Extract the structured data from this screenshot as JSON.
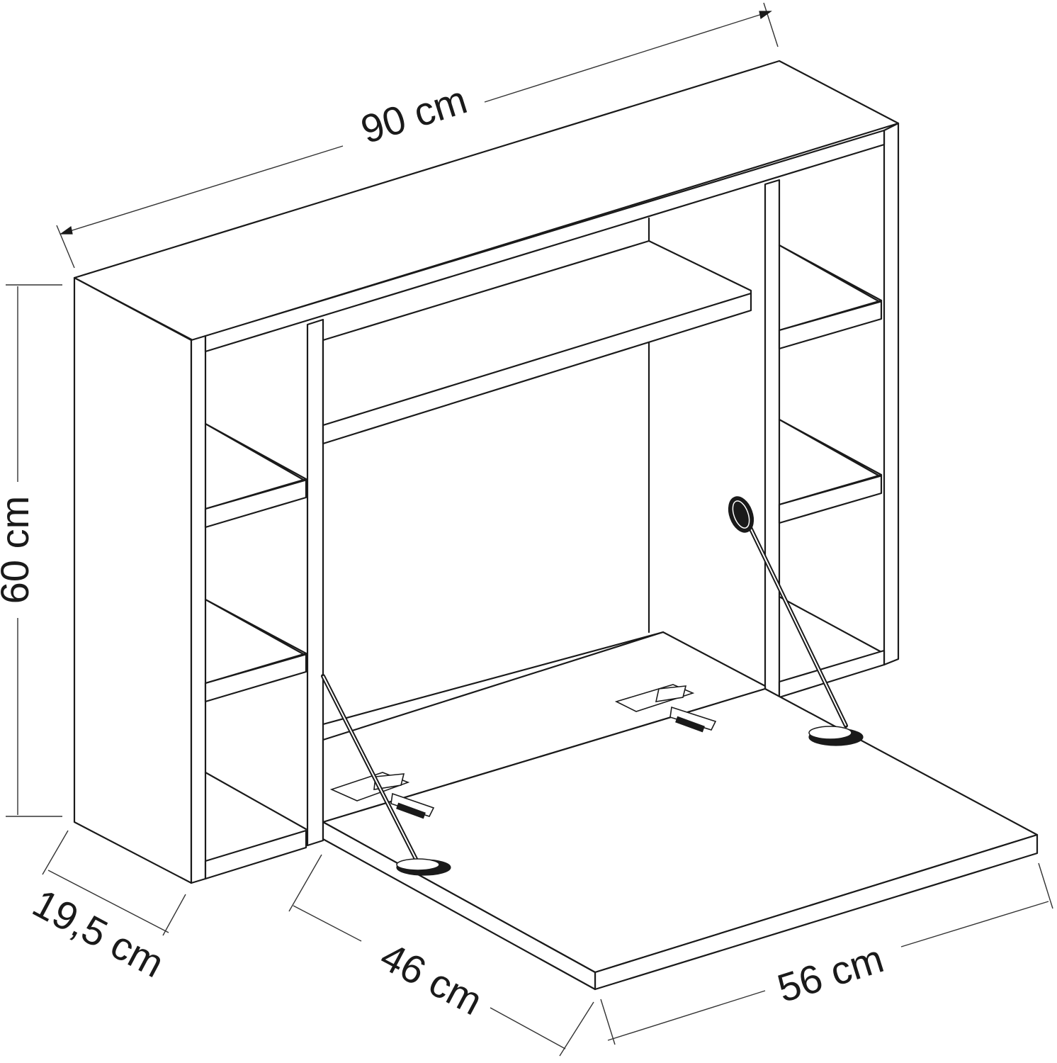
{
  "dimensions": {
    "width": "90 cm",
    "height": "60 cm",
    "depth": "19,5 cm",
    "desk_depth": "46 cm",
    "desk_width": "56 cm"
  },
  "colors": {
    "line": "#1a1a1a",
    "background": "#ffffff"
  }
}
